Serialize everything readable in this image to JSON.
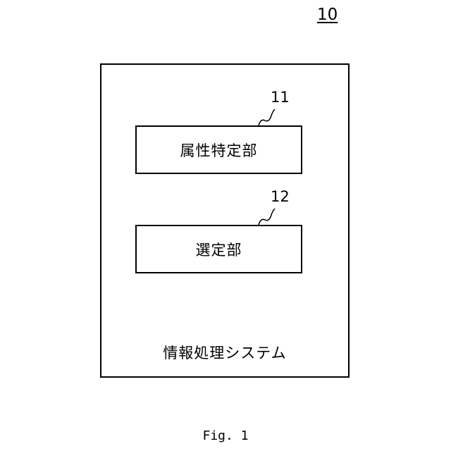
{
  "figure": {
    "reference_number": "10",
    "caption": "Fig. 1"
  },
  "system": {
    "label": "情報処理システム"
  },
  "units": [
    {
      "reference": "11",
      "label": "属性特定部"
    },
    {
      "reference": "12",
      "label": "選定部"
    }
  ]
}
